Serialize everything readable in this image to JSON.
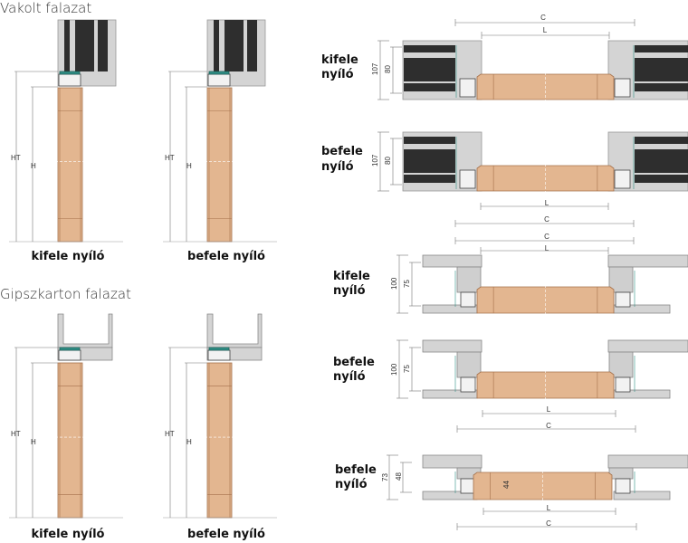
{
  "left": {
    "plaster_title": "Vakolt falazat",
    "gypsum_title": "Gipszkarton falazat",
    "dims": {
      "ht": "HT",
      "h": "H"
    },
    "captions": {
      "outward": "kifele nyíló",
      "inward": "befele nyíló"
    }
  },
  "right": {
    "sections": [
      {
        "line1": "kifele",
        "line2": "nyíló",
        "outer": "107",
        "inner": "80"
      },
      {
        "line1": "befele",
        "line2": "nyíló",
        "outer": "107",
        "inner": "80"
      },
      {
        "line1": "kifele",
        "line2": "nyíló",
        "outer": "100",
        "inner": "75"
      },
      {
        "line1": "befele",
        "line2": "nyíló",
        "outer": "100",
        "inner": "75"
      },
      {
        "line1": "befele",
        "line2": "nyíló",
        "outer": "73",
        "inner": "48",
        "leaf": "44"
      }
    ],
    "dims": {
      "c": "C",
      "l": "L"
    }
  },
  "colors": {
    "door": "#e3b690",
    "door_edge": "#a5714b",
    "plaster": "#d4d4d4",
    "panel": "#2e2e2e",
    "seal": "#2f8f86"
  }
}
